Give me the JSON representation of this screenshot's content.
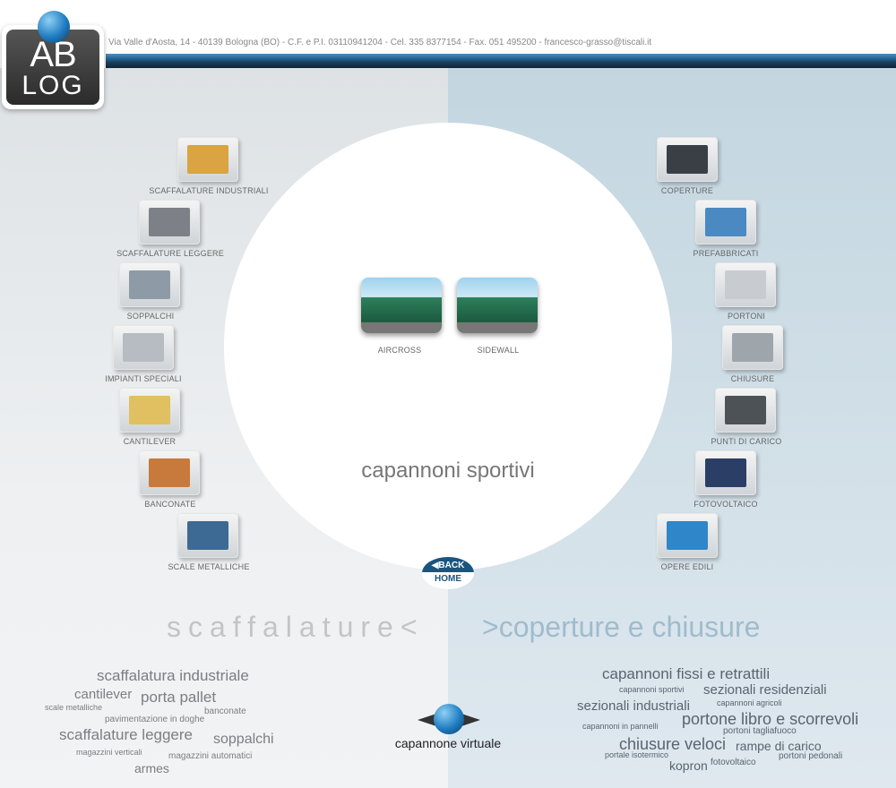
{
  "header": {
    "logo_top": "AB",
    "logo_bottom": "LOG",
    "address": "Via Valle d'Aosta, 14 - 40139 Bologna (BO) - C.F. e P.I. 03110941204 - Cel. 335 8377154 - Fax. 051 495200 - francesco-grasso@tiscali.it"
  },
  "left_menu": [
    {
      "label": "SCAFFALATURE INDUSTRIALI",
      "color": "#d9a441"
    },
    {
      "label": "SCAFFALATURE LEGGERE",
      "color": "#7d8187"
    },
    {
      "label": "SOPPALCHI",
      "color": "#8e9ba6"
    },
    {
      "label": "IMPIANTI SPECIALI",
      "color": "#b7bcc2"
    },
    {
      "label": "CANTILEVER",
      "color": "#e0c060"
    },
    {
      "label": "BANCONATE",
      "color": "#c87a3c"
    },
    {
      "label": "SCALE METALLICHE",
      "color": "#3d6a94"
    }
  ],
  "right_menu": [
    {
      "label": "COPERTURE",
      "color": "#3a3f45"
    },
    {
      "label": "PREFABBRICATI",
      "color": "#4a89c2"
    },
    {
      "label": "PORTONI",
      "color": "#c8ccd0"
    },
    {
      "label": "CHIUSURE",
      "color": "#9ea5ab"
    },
    {
      "label": "PUNTI DI CARICO",
      "color": "#4d5257"
    },
    {
      "label": "FOTOVOLTAICO",
      "color": "#2b3e66"
    },
    {
      "label": "OPERE EDILI",
      "color": "#2f86c8"
    }
  ],
  "center": {
    "items": [
      {
        "label": "AIRCROSS"
      },
      {
        "label": "SIDEWALL"
      }
    ],
    "title": "capannoni sportivi",
    "back": "BACK",
    "home": "HOME"
  },
  "sections": {
    "left": "scaffalature<",
    "right": ">coperture e chiusure"
  },
  "left_tags": [
    "scaffalatura industriale",
    "cantilever",
    "porta pallet",
    "scale metalliche",
    "banconate",
    "pavimentazione in doghe",
    "scaffalature leggere",
    "soppalchi",
    "magazzini verticali",
    "magazzini automatici",
    "armes"
  ],
  "right_tags": [
    "capannoni fissi e retrattili",
    "capannoni sportivi",
    "sezionali residenziali",
    "sezionali industriali",
    "capannoni agricoli",
    "capannoni in pannelli",
    "portone libro e scorrevoli",
    "portoni tagliafuoco",
    "chiusure veloci",
    "rampe di carico",
    "portale isotermico",
    "portoni pedonali",
    "kopron",
    "fotovoltaico"
  ],
  "virtual": {
    "label": "capannone virtuale"
  }
}
